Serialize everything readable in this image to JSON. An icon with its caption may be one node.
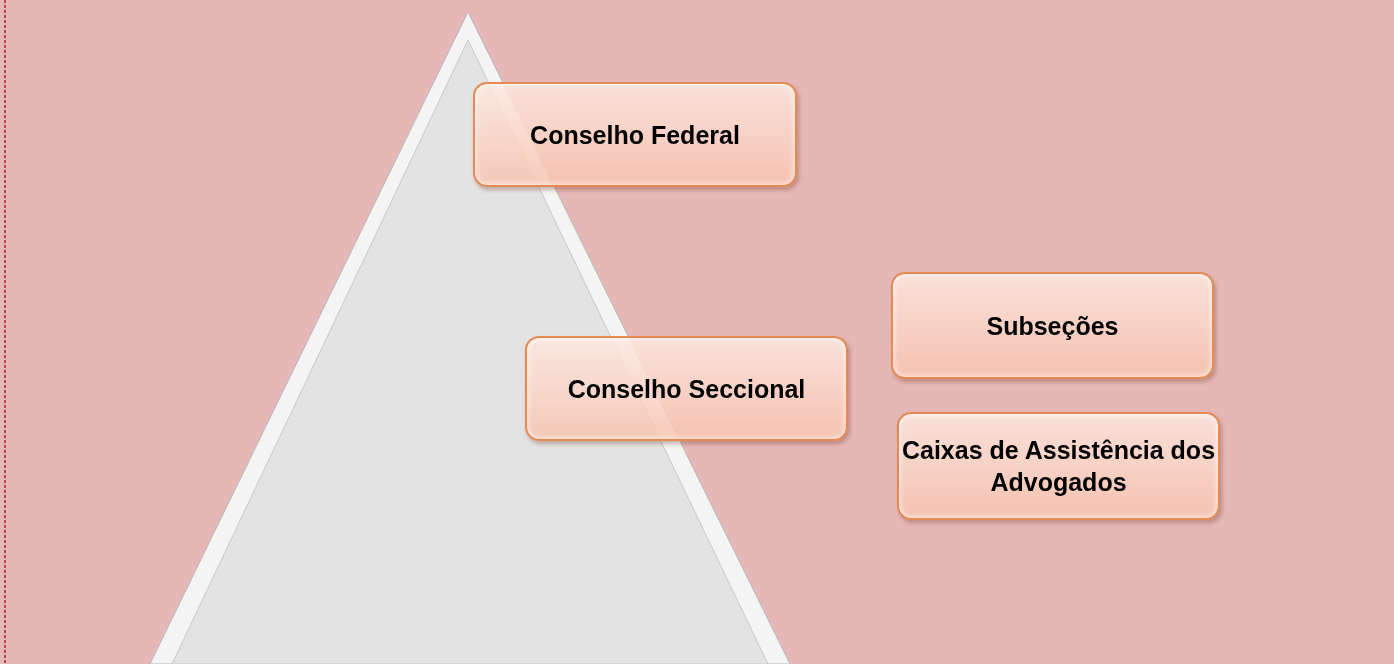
{
  "diagram": {
    "nodes": [
      {
        "text": [
          "Conselho Federal"
        ]
      },
      {
        "text": [
          "Conselho Seccional"
        ]
      },
      {
        "text": [
          "Subseções"
        ]
      },
      {
        "text": [
          "Caixas de Assistência dos Advogados"
        ]
      }
    ]
  }
}
